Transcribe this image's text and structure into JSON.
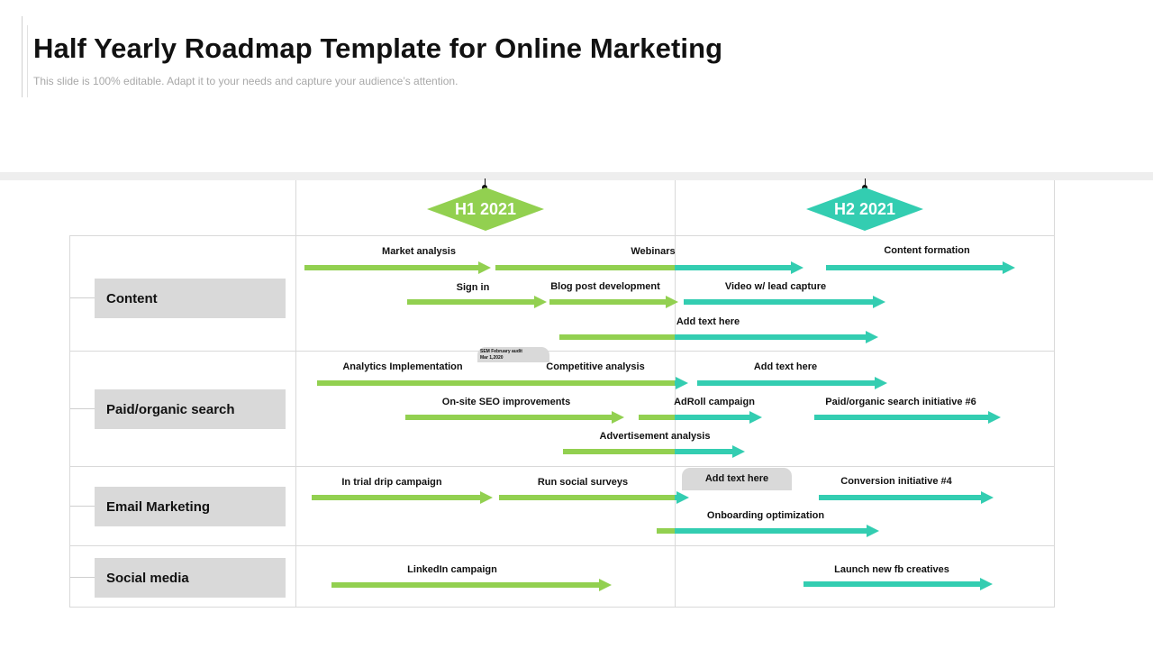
{
  "page": {
    "title": "Half Yearly Roadmap Template for Online Marketing",
    "subtitle": "This slide is 100% editable. Adapt it to your needs and capture your audience’s attention."
  },
  "colors": {
    "green": "#92d050",
    "teal": "#33cdb1",
    "label_bg": "#d9d9d9",
    "grid": "#d9d9d9"
  },
  "periods": [
    {
      "label": "H1 2021",
      "color": "#92d050"
    },
    {
      "label": "H2 2021",
      "color": "#33cdb1"
    }
  ],
  "rows": [
    {
      "label": "Content"
    },
    {
      "label": "Paid/organic search"
    },
    {
      "label": "Email Marketing"
    },
    {
      "label": "Social media"
    }
  ],
  "tasks": [
    {
      "label": "Market analysis"
    },
    {
      "label": "Webinars"
    },
    {
      "label": "Content formation"
    },
    {
      "label": "Sign in"
    },
    {
      "label": "Blog post development"
    },
    {
      "label": "Video w/ lead capture"
    },
    {
      "label": "Add text here"
    },
    {
      "label": "Analytics Implementation"
    },
    {
      "label": "Competitive analysis"
    },
    {
      "label": "Add text here"
    },
    {
      "label": "On-site SEO improvements"
    },
    {
      "label": "AdRoll campaign"
    },
    {
      "label": "Paid/organic search initiative #6"
    },
    {
      "label": "Advertisement analysis"
    },
    {
      "label": "In trial drip campaign"
    },
    {
      "label": "Run social surveys"
    },
    {
      "label": "Conversion initiative #4"
    },
    {
      "label": "Onboarding optimization"
    },
    {
      "label": "LinkedIn campaign"
    },
    {
      "label": "Launch new fb creatives"
    }
  ],
  "callouts": {
    "sem": {
      "line1": "SEM February audit",
      "line2": "Mar 1,2020"
    },
    "email_note": "Add text here"
  }
}
